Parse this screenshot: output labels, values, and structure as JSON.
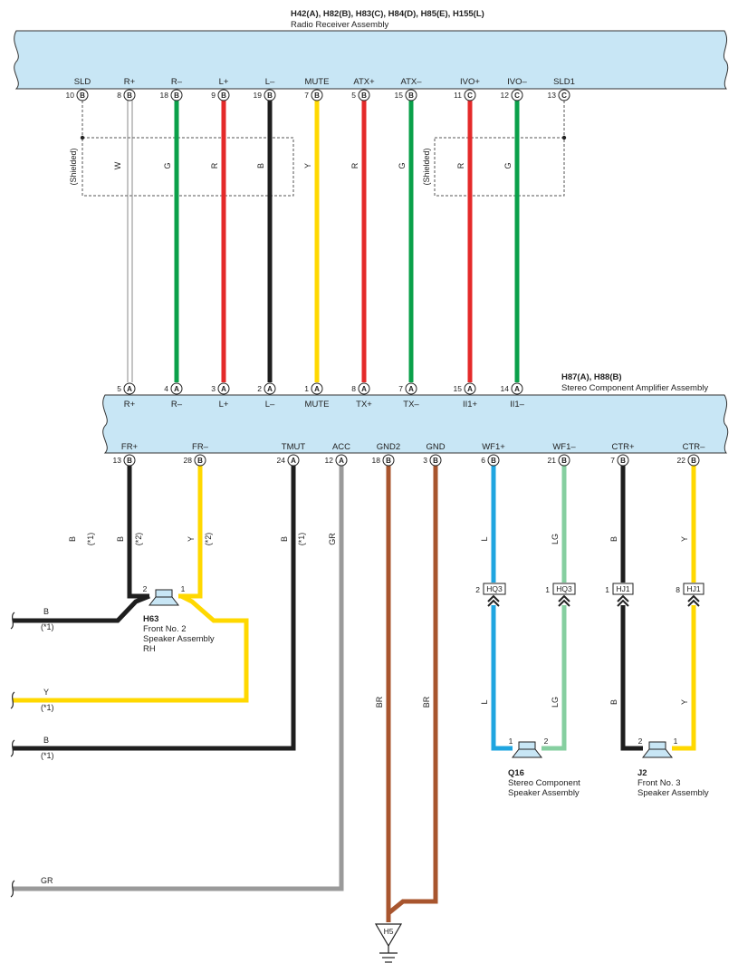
{
  "radio": {
    "connectors": "H42(A), H82(B), H83(C), H84(D), H85(E), H155(L)",
    "name": "Radio Receiver Assembly",
    "pins": [
      {
        "label": "SLD",
        "num": "10",
        "conn": "B"
      },
      {
        "label": "R+",
        "num": "8",
        "conn": "B"
      },
      {
        "label": "R–",
        "num": "18",
        "conn": "B"
      },
      {
        "label": "L+",
        "num": "9",
        "conn": "B"
      },
      {
        "label": "L–",
        "num": "19",
        "conn": "B"
      },
      {
        "label": "MUTE",
        "num": "7",
        "conn": "B"
      },
      {
        "label": "ATX+",
        "num": "5",
        "conn": "B"
      },
      {
        "label": "ATX–",
        "num": "15",
        "conn": "B"
      },
      {
        "label": "IVO+",
        "num": "11",
        "conn": "C"
      },
      {
        "label": "IVO–",
        "num": "12",
        "conn": "C"
      },
      {
        "label": "SLD1",
        "num": "13",
        "conn": "C"
      }
    ]
  },
  "wires_top": [
    "W",
    "G",
    "R",
    "B",
    "Y",
    "R",
    "G",
    "R",
    "G"
  ],
  "shielded_label": "(Shielded)",
  "amp": {
    "connectors": "H87(A), H88(B)",
    "name": "Stereo Component Amplifier Assembly",
    "top_pins": [
      {
        "label": "R+",
        "num": "5",
        "conn": "A"
      },
      {
        "label": "R–",
        "num": "4",
        "conn": "A"
      },
      {
        "label": "L+",
        "num": "3",
        "conn": "A"
      },
      {
        "label": "L–",
        "num": "2",
        "conn": "A"
      },
      {
        "label": "MUTE",
        "num": "1",
        "conn": "A"
      },
      {
        "label": "TX+",
        "num": "8",
        "conn": "A"
      },
      {
        "label": "TX–",
        "num": "7",
        "conn": "A"
      },
      {
        "label": "II1+",
        "num": "15",
        "conn": "A"
      },
      {
        "label": "II1–",
        "num": "14",
        "conn": "A"
      }
    ],
    "bottom_pins": [
      {
        "label": "FR+",
        "num": "13",
        "conn": "B"
      },
      {
        "label": "FR–",
        "num": "28",
        "conn": "B"
      },
      {
        "label": "TMUT",
        "num": "24",
        "conn": "A"
      },
      {
        "label": "ACC",
        "num": "12",
        "conn": "A"
      },
      {
        "label": "GND2",
        "num": "18",
        "conn": "B"
      },
      {
        "label": "GND",
        "num": "3",
        "conn": "B"
      },
      {
        "label": "WF1+",
        "num": "6",
        "conn": "B"
      },
      {
        "label": "WF1–",
        "num": "21",
        "conn": "B"
      },
      {
        "label": "CTR+",
        "num": "7",
        "conn": "B"
      },
      {
        "label": "CTR–",
        "num": "22",
        "conn": "B"
      }
    ]
  },
  "wire_labels": {
    "fr_plus_left": "B",
    "fr_plus_left_note": "(*1)",
    "fr_plus": "B",
    "fr_plus_note": "(*2)",
    "fr_minus": "Y",
    "fr_minus_note": "(*2)",
    "tmut": "B",
    "tmut_note": "(*1)",
    "acc": "GR",
    "gnd2": "BR",
    "gnd": "BR",
    "wf1_plus_upper": "L",
    "wf1_minus_upper": "LG",
    "ctr_plus_upper": "B",
    "ctr_minus_upper": "Y",
    "wf1_plus_lower": "L",
    "wf1_minus_lower": "LG",
    "ctr_plus_lower": "B",
    "ctr_minus_lower": "Y"
  },
  "left_exits": [
    {
      "color": "B",
      "note": "(*1)"
    },
    {
      "color": "Y",
      "note": "(*1)"
    },
    {
      "color": "B",
      "note": "(*1)"
    },
    {
      "color": "GR",
      "note": ""
    }
  ],
  "junctions": [
    {
      "pin": "2",
      "name": "HQ3"
    },
    {
      "pin": "1",
      "name": "HQ3"
    },
    {
      "pin": "1",
      "name": "HJ1"
    },
    {
      "pin": "8",
      "name": "HJ1"
    }
  ],
  "speakers": [
    {
      "code": "H63",
      "line1": "Front No. 2",
      "line2": "Speaker Assembly",
      "line3": "RH",
      "pin_a": "2",
      "pin_b": "1"
    },
    {
      "code": "Q16",
      "line1": "Stereo Component",
      "line2": "Speaker Assembly",
      "line3": "",
      "pin_a": "1",
      "pin_b": "2"
    },
    {
      "code": "J2",
      "line1": "Front No.  3",
      "line2": "Speaker Assembly",
      "line3": "",
      "pin_a": "2",
      "pin_b": "1"
    }
  ],
  "ground": {
    "code": "H5"
  },
  "colors": {
    "assembly_fill": "#c8e6f5",
    "black": "#1e1e1e",
    "red": "#e42a2a",
    "green": "#0aa04a",
    "yellow": "#ffd800",
    "blue": "#1fa5e0",
    "lightgreen": "#86cfa0",
    "gray": "#9a9a9a",
    "brown": "#a8552e",
    "white_wire": "#c8c8c8"
  }
}
